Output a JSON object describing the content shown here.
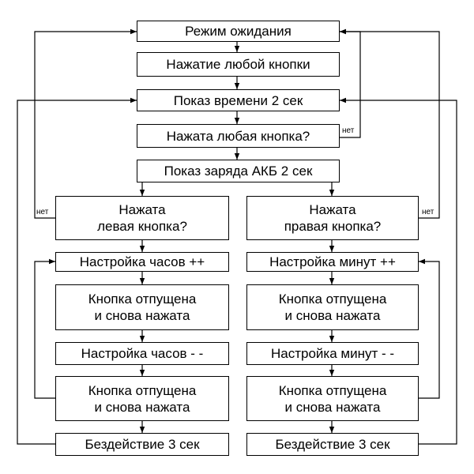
{
  "nodes": {
    "standby": "Режим ожидания",
    "any_key_press": "Нажатие любой кнопки",
    "show_time": "Показ времени 2 сек",
    "any_key_pressed_q": "Нажата любая кнопка?",
    "show_battery": "Показ заряда АКБ 2 сек",
    "left_key_q": "Нажата\nлевая кнопка?",
    "right_key_q": "Нажата\nправая кнопка?",
    "hours_plus": "Настройка часов ++",
    "minutes_plus": "Настройка минут ++",
    "left_release_1": "Кнопка отпущена\nи снова нажата",
    "right_release_1": "Кнопка отпущена\nи снова нажата",
    "hours_minus": "Настройка часов - -",
    "minutes_minus": "Настройка минут - -",
    "left_release_2": "Кнопка отпущена\nи снова нажата",
    "right_release_2": "Кнопка отпущена\nи снова нажата",
    "left_idle": "Бездействие 3 сек",
    "right_idle": "Бездействие 3 сек"
  },
  "edge_labels": {
    "any_key_no": "нет",
    "left_no": "нет",
    "right_no": "нет"
  }
}
